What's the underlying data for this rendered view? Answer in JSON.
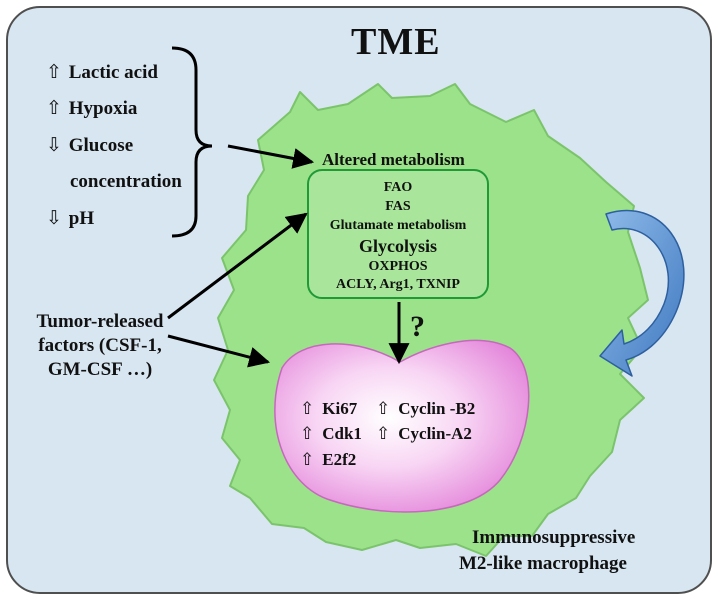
{
  "title": "TME",
  "tme_factors": [
    {
      "direction": "up",
      "label": "Lactic acid"
    },
    {
      "direction": "up",
      "label": "Hypoxia"
    },
    {
      "direction": "down",
      "label": "Glucose"
    },
    {
      "direction": "none",
      "label": "concentration"
    },
    {
      "direction": "down",
      "label": "pH"
    }
  ],
  "altered_metabolism": {
    "heading": "Altered metabolism",
    "items": [
      "FAO",
      "FAS",
      "Glutamate metabolism",
      "Glycolysis",
      "OXPHOS",
      "ACLY, Arg1, TXNIP"
    ]
  },
  "tumor_factors": {
    "lines": [
      "Tumor-released",
      "factors (CSF-1,",
      "GM-CSF …)"
    ]
  },
  "question_mark": "?",
  "nucleus_markers": {
    "left": [
      "Ki67",
      "Cdk1",
      "E2f2"
    ],
    "right": [
      "Cyclin -B2",
      "Cyclin-A2"
    ]
  },
  "cell_label": {
    "lines": [
      "Immunosuppressive",
      "M2-like macrophage"
    ]
  },
  "colors": {
    "background": "#d8e6f1",
    "cell": "#9be28a",
    "nucleus": "#f3b6ee",
    "cycle_arrow": "#5f95d3"
  }
}
